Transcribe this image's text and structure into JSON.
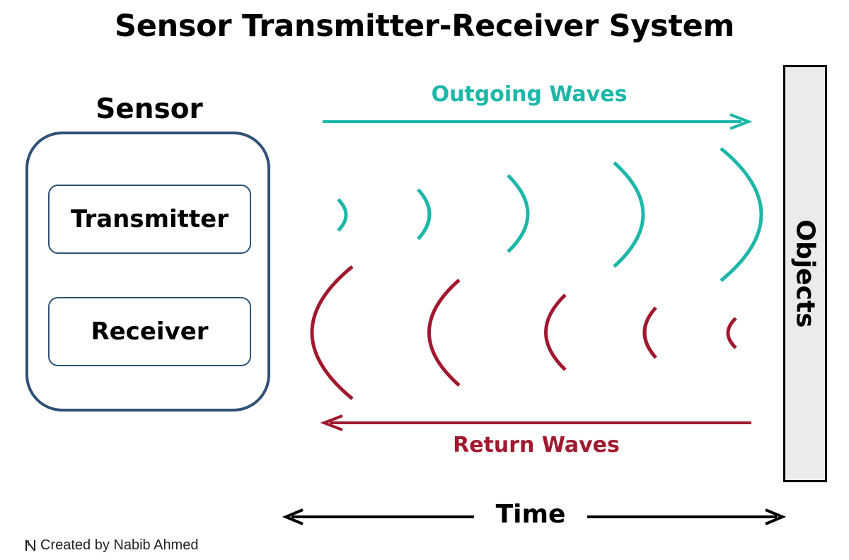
{
  "diagram": {
    "title": "Sensor Transmitter-Receiver System",
    "sensor": {
      "label": "Sensor",
      "transmitter_label": "Transmitter",
      "receiver_label": "Receiver"
    },
    "outgoing_waves": {
      "label": "Outgoing Waves",
      "color": "#1cb7a8",
      "wave_count": 5
    },
    "return_waves": {
      "label": "Return Waves",
      "color": "#a0192e",
      "wave_count": 5
    },
    "objects_label": "Objects",
    "time_label": "Time",
    "border_color": "#2f5175"
  },
  "footer": {
    "credit": "Created by Nabib Ahmed",
    "logo_icon": "n-logo-icon"
  }
}
